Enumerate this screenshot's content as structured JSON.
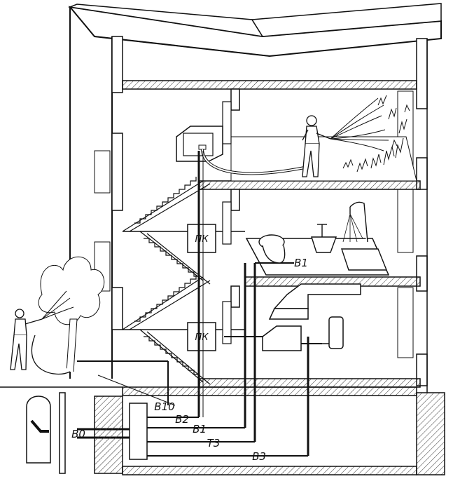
{
  "labels": {
    "b10": "B10",
    "b2": "B2",
    "b1_basement": "B1",
    "t3": "T3",
    "b3": "B3",
    "b0": "B0",
    "b1_floor": "B1",
    "pk_upper": "ПК",
    "pk_lower": "ПК"
  }
}
